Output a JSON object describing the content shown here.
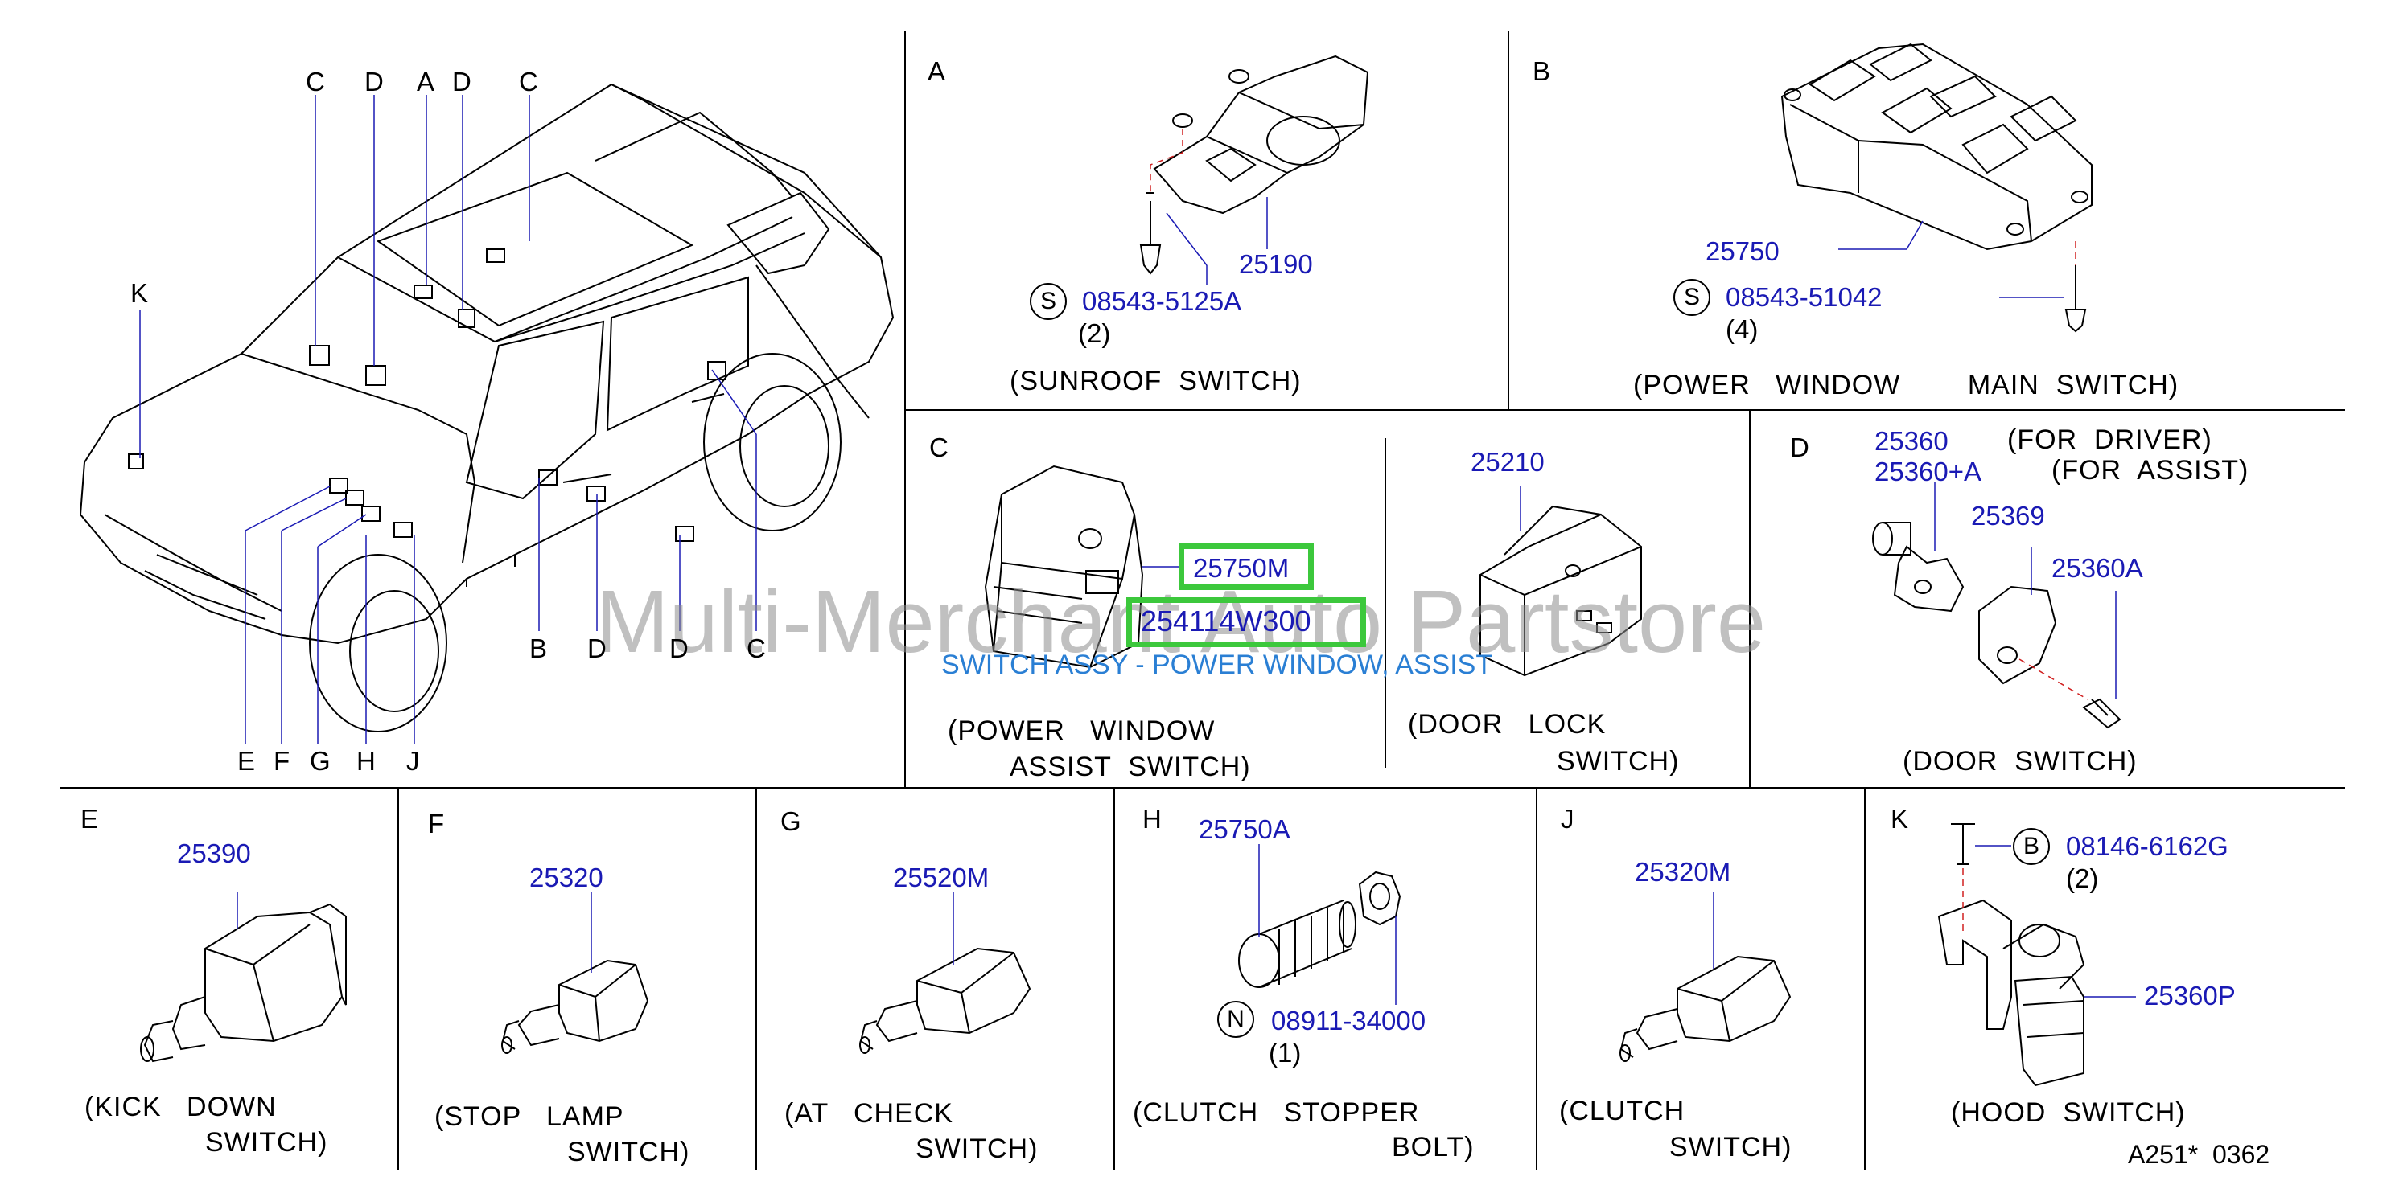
{
  "watermark": "Multi-Merchant Auto Partstore",
  "footer_code": "A251*  0362",
  "vehicle_callouts": {
    "top": [
      "C",
      "D",
      "A",
      "D",
      "C"
    ],
    "left": "K",
    "bottom_right": [
      "B",
      "D",
      "D",
      "C"
    ],
    "bottom_left": [
      "E",
      "F",
      "G",
      "H",
      "J"
    ]
  },
  "panels": {
    "A": {
      "letter": "A",
      "caption": "(SUNROOF  SWITCH)",
      "parts": {
        "main": "25190",
        "screw": "08543-5125A",
        "screw_qty": "(2)",
        "screw_symbol": "S"
      }
    },
    "B": {
      "letter": "B",
      "caption": "(POWER   WINDOW        MAIN  SWITCH)",
      "parts": {
        "main": "25750",
        "screw": "08543-51042",
        "screw_qty": "(4)",
        "screw_symbol": "S"
      }
    },
    "C": {
      "letter": "C",
      "caption_line1": "(POWER   WINDOW",
      "caption_line2": "ASSIST  SWITCH)",
      "door_caption_line1": "(DOOR   LOCK",
      "door_caption_line2": "SWITCH)",
      "parts": {
        "assist": "25750M",
        "highlight": "254114W300",
        "door_lock": "25210"
      },
      "highlight_desc": "SWITCH ASSY - POWER WINDOW, ASSIST"
    },
    "D": {
      "letter": "D",
      "caption": "(DOOR  SWITCH)",
      "parts": {
        "driver": "25360",
        "driver_note": "(FOR  DRIVER)",
        "assist": "25360+A",
        "assist_note": "(FOR  ASSIST)",
        "bracket": "25369",
        "screw": "25360A"
      }
    },
    "E": {
      "letter": "E",
      "caption_line1": "(KICK   DOWN",
      "caption_line2": "SWITCH)",
      "part": "25390"
    },
    "F": {
      "letter": "F",
      "caption_line1": "(STOP   LAMP",
      "caption_line2": "SWITCH)",
      "part": "25320"
    },
    "G": {
      "letter": "G",
      "caption_line1": "(AT   CHECK",
      "caption_line2": "SWITCH)",
      "part": "25520M"
    },
    "H": {
      "letter": "H",
      "caption_line1": "(CLUTCH   STOPPER",
      "caption_line2": "BOLT)",
      "parts": {
        "bolt": "25750A",
        "nut": "08911-34000",
        "nut_qty": "(1)",
        "nut_symbol": "N"
      }
    },
    "J": {
      "letter": "J",
      "caption_line1": "(CLUTCH",
      "caption_line2": "SWITCH)",
      "part": "25320M"
    },
    "K": {
      "letter": "K",
      "caption": "(HOOD  SWITCH)",
      "parts": {
        "bolt": "08146-6162G",
        "bolt_qty": "(2)",
        "bolt_symbol": "B",
        "switch": "25360P"
      }
    }
  },
  "colors": {
    "part_number": "#1a1ab4",
    "highlight_box": "#3cc83c",
    "highlight_text": "#2a7fd4",
    "leader_dash": "#d02020"
  }
}
